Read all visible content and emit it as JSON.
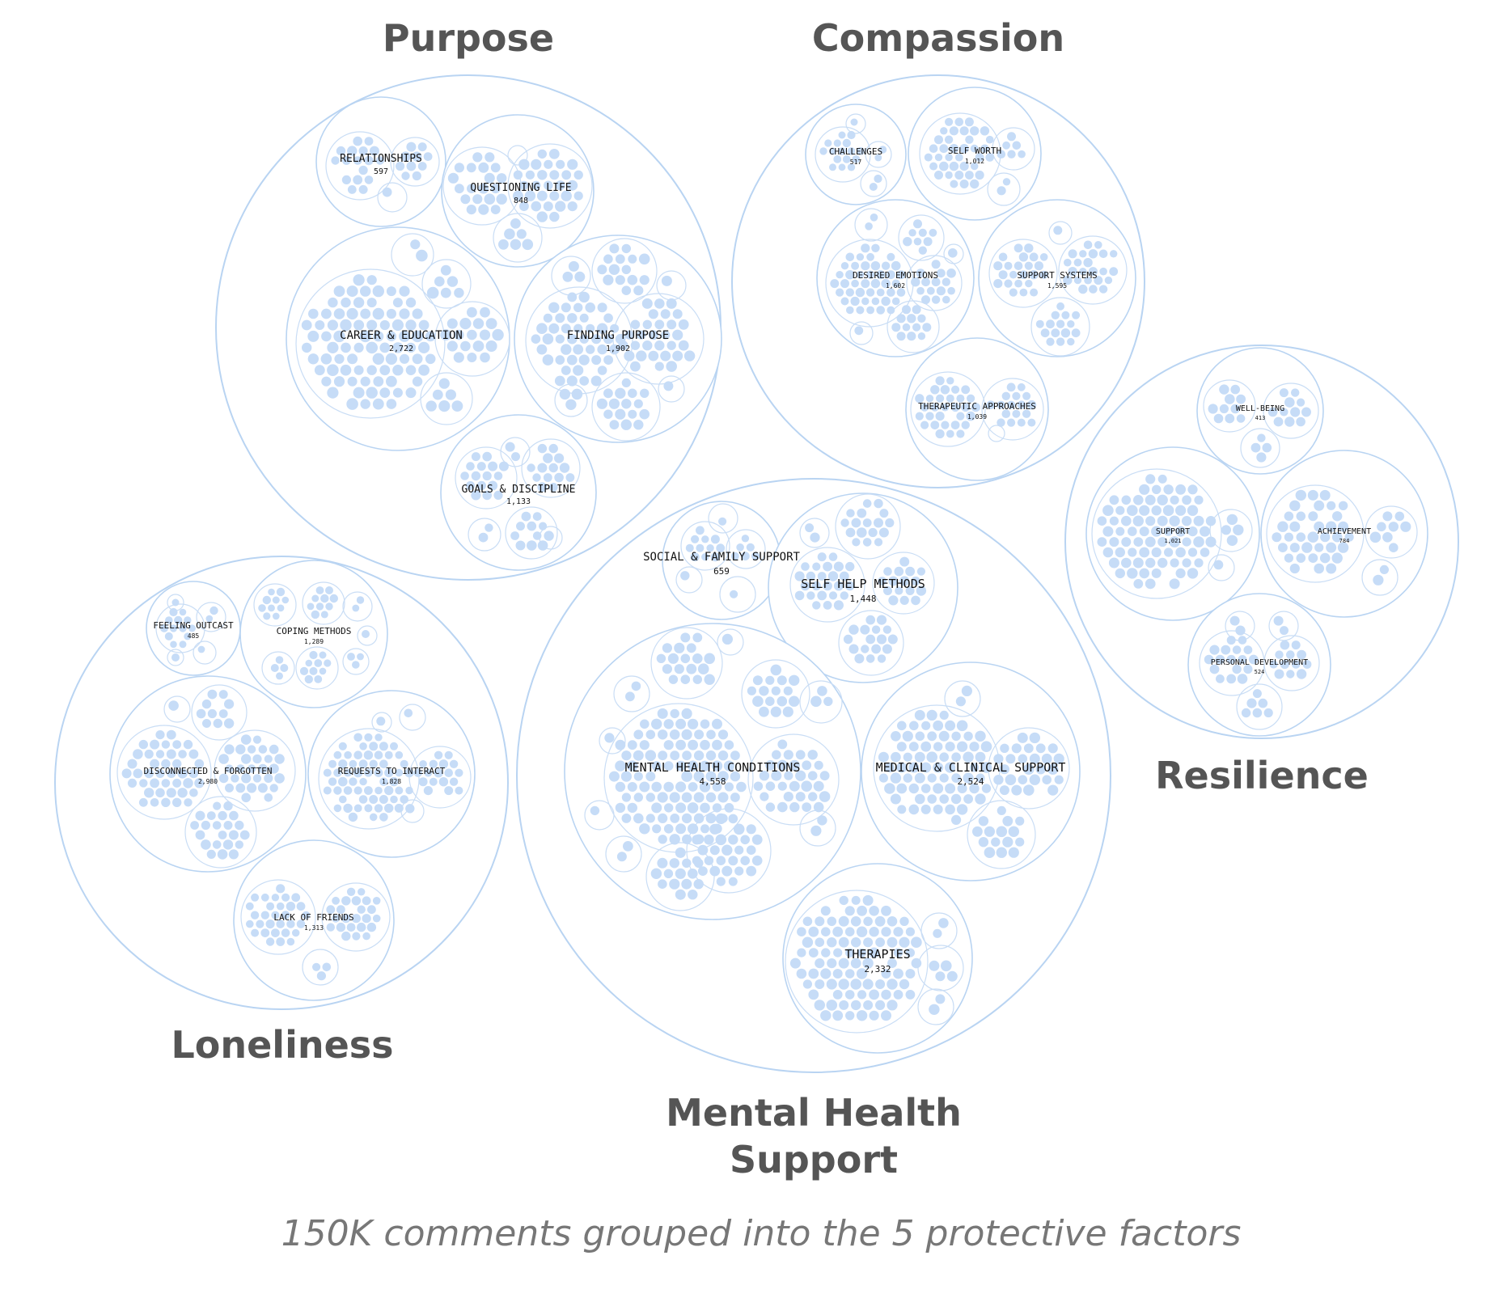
{
  "caption": "150K comments grouped into the 5 protective factors",
  "groups": [
    {
      "name": "Purpose",
      "clusters": [
        {
          "label": "RELATIONSHIPS",
          "count": "597"
        },
        {
          "label": "QUESTIONING LIFE",
          "count": "848"
        },
        {
          "label": "CAREER & EDUCATION",
          "count": "2,722"
        },
        {
          "label": "FINDING PURPOSE",
          "count": "1,902"
        },
        {
          "label": "GOALS & DISCIPLINE",
          "count": "1,133"
        }
      ]
    },
    {
      "name": "Compassion",
      "clusters": [
        {
          "label": "CHALLENGES",
          "count": "517"
        },
        {
          "label": "SELF WORTH",
          "count": "1,012"
        },
        {
          "label": "DESIRED EMOTIONS",
          "count": "1,602"
        },
        {
          "label": "SUPPORT SYSTEMS",
          "count": "1,595"
        },
        {
          "label": "THERAPEUTIC APPROACHES",
          "count": "1,039"
        }
      ]
    },
    {
      "name": "Resilience",
      "clusters": [
        {
          "label": "WELL-BEING",
          "count": "413"
        },
        {
          "label": "SUPPORT",
          "count": "1,021"
        },
        {
          "label": "ACHIEVEMENT",
          "count": "784"
        },
        {
          "label": "PERSONAL DEVELOPMENT",
          "count": "524"
        }
      ]
    },
    {
      "name": "Loneliness",
      "clusters": [
        {
          "label": "FEELING OUTCAST",
          "count": "485"
        },
        {
          "label": "COPING METHODS",
          "count": "1,289"
        },
        {
          "label": "DISCONNECTED & FORGOTTEN",
          "count": "2,980"
        },
        {
          "label": "REQUESTS TO INTERACT",
          "count": "1,828"
        },
        {
          "label": "LACK OF FRIENDS",
          "count": "1,313"
        }
      ]
    },
    {
      "name_lines": [
        "Mental Health",
        "Support"
      ],
      "clusters": [
        {
          "label": "SOCIAL & FAMILY SUPPORT",
          "count": "659"
        },
        {
          "label": "SELF HELP METHODS",
          "count": "1,448"
        },
        {
          "label": "MENTAL HEALTH CONDITIONS",
          "count": "4,558"
        },
        {
          "label": "MEDICAL & CLINICAL SUPPORT",
          "count": "2,524"
        },
        {
          "label": "THERAPIES",
          "count": "2,332"
        }
      ]
    }
  ]
}
